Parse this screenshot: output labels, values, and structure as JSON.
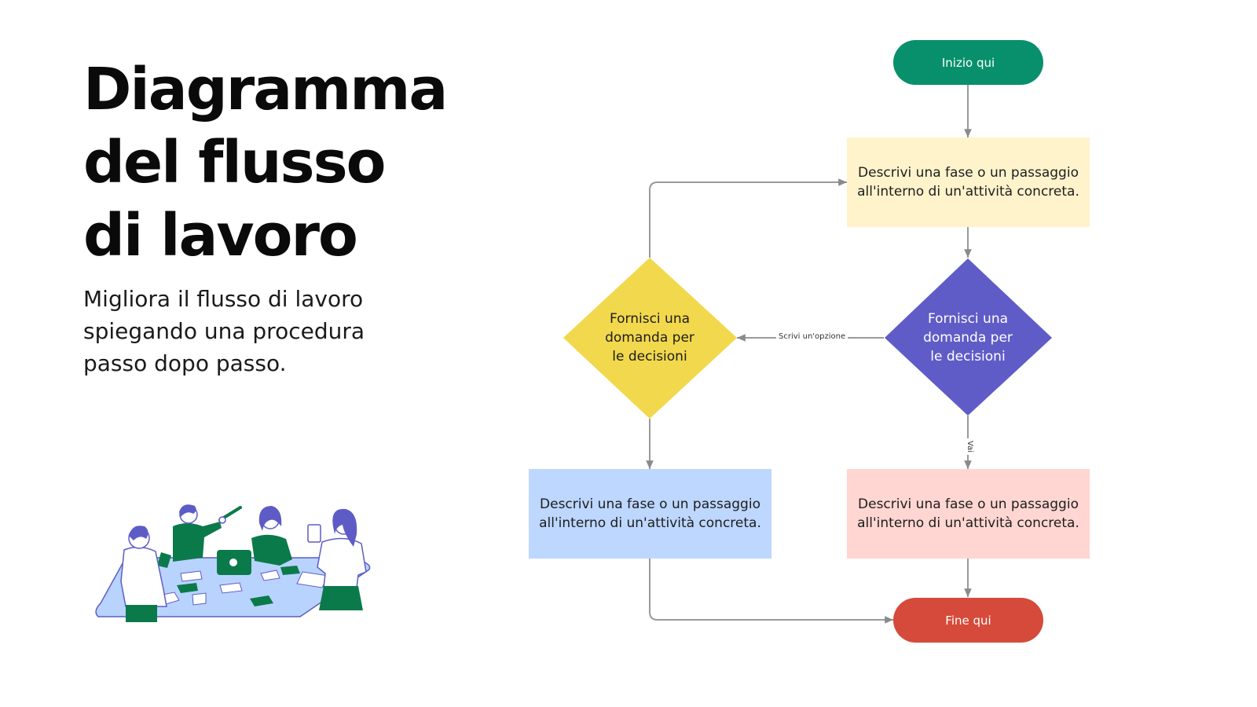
{
  "heading": {
    "lines": [
      "Diagramma",
      "del flusso",
      "di lavoro"
    ],
    "subtitle": "Migliora il flusso di lavoro spiegando una procedura passo dopo passo."
  },
  "flowchart": {
    "start": {
      "label": "Inizio qui",
      "color": "#07906b"
    },
    "step_top": {
      "label": "Descrivi una fase o un passaggio all'interno di un'attività concreta.",
      "color": "#fff3cc"
    },
    "decision_right": {
      "label": "Fornisci una domanda per le decisioni",
      "color": "#5f5cc8"
    },
    "decision_left": {
      "label": "Fornisci una domanda per le decisioni",
      "color": "#f2d84c"
    },
    "step_left": {
      "label": "Descrivi una fase o un passaggio all'interno di un'attività concreta.",
      "color": "#bdd7ff"
    },
    "step_right": {
      "label": "Descrivi una fase o un passaggio all'interno di un'attività concreta.",
      "color": "#ffd6d2"
    },
    "end": {
      "label": "Fine qui",
      "color": "#d54a3a"
    },
    "edge_option": "Scrivi un'opzione",
    "edge_go": "Vai"
  },
  "illustration": {
    "name": "team-meeting-illustration",
    "accent": "#0b7a4a",
    "table": "#b9d3ff",
    "hair": "#5d5cc6"
  }
}
